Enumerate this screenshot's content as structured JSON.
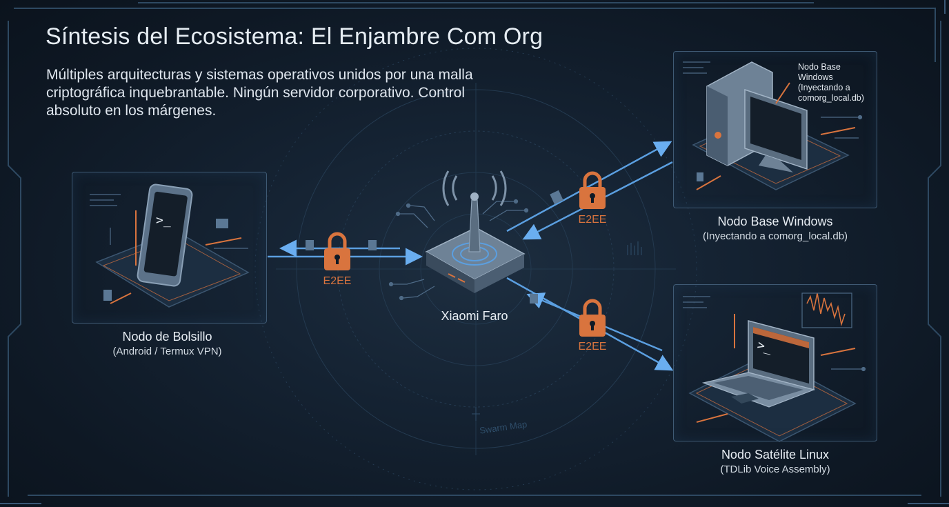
{
  "header": {
    "title": "Síntesis del Ecosistema: El Enjambre Com Org",
    "subtitle": "Múltiples arquitecturas y sistemas operativos unidos por una malla criptográfica inquebrantable. Ningún servidor corporativo. Control absoluto en los márgenes."
  },
  "nodes": {
    "pocket": {
      "name": "Nodo de Bolsillo",
      "detail": "(Android / Termux VPN)",
      "terminal": ">_"
    },
    "hub": {
      "name": "Xiaomi Faro"
    },
    "windows": {
      "name": "Nodo Base Windows",
      "detail": "(Inyectando a comorg_local.db)",
      "callout": "Nodo Base Windows (Inyectando a comorg_local.db)"
    },
    "linux": {
      "name": "Nodo Satélite Linux",
      "detail": "(TDLib Voice Assembly)",
      "terminal": ">_"
    }
  },
  "links": {
    "left": "E2EE",
    "upper_right": "E2EE",
    "lower_right": "E2EE"
  },
  "watermark": "Swarm Map",
  "colors": {
    "accent_orange": "#d9743e",
    "arrow_blue": "#5b9fe0",
    "panel_border": "#3f5a74",
    "background": "#0f1a26"
  },
  "icons": [
    "padlock-icon",
    "document-icon",
    "smartphone-icon",
    "router-icon",
    "desktop-pc-icon",
    "laptop-icon",
    "wifi-signal-icon"
  ]
}
